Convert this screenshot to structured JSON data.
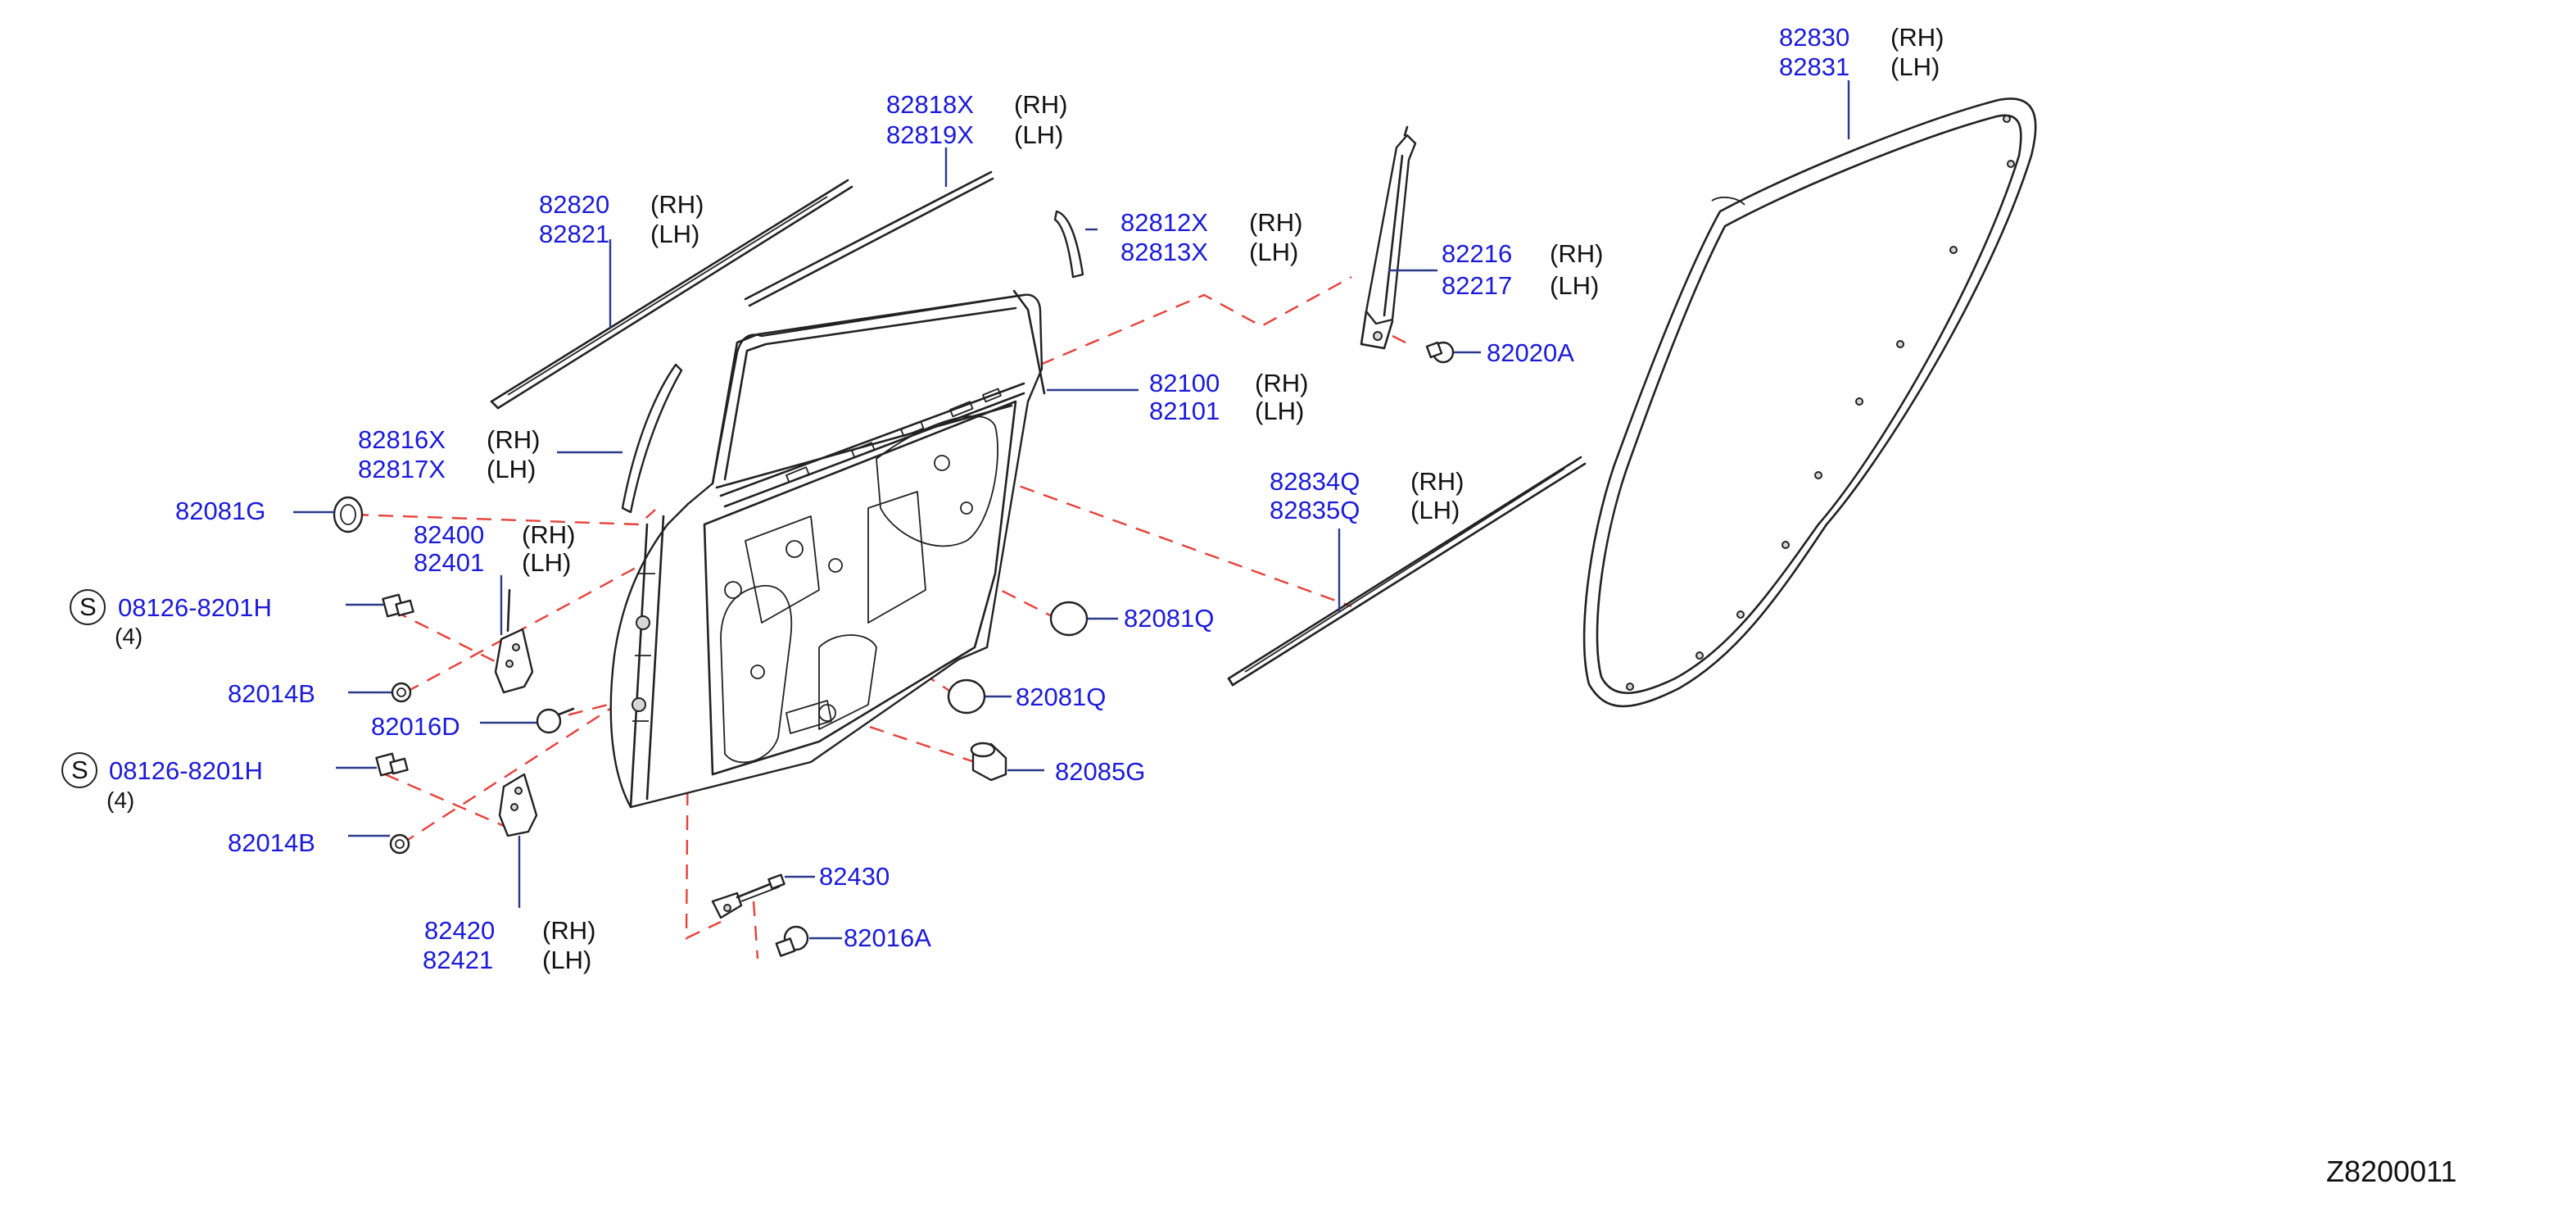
{
  "colors": {
    "part_number": "#1a1adc",
    "leader_line": "#2a3a8a",
    "dashed_line": "#e8403a",
    "outline": "#222222"
  },
  "callouts": {
    "c82830": {
      "part1": "82830",
      "part2": "82831",
      "side1": "(RH)",
      "side2": "(LH)"
    },
    "c82818": {
      "part1": "82818X",
      "part2": "82819X",
      "side1": "(RH)",
      "side2": "(LH)"
    },
    "c82820": {
      "part1": "82820",
      "part2": "82821",
      "side1": "(RH)",
      "side2": "(LH)"
    },
    "c82812": {
      "part1": "82812X",
      "part2": "82813X",
      "side1": "(RH)",
      "side2": "(LH)"
    },
    "c82216": {
      "part1": "82216",
      "part2": "82217",
      "side1": "(RH)",
      "side2": "(LH)"
    },
    "c82020A": {
      "part": "82020A"
    },
    "c82100": {
      "part1": "82100",
      "part2": "82101",
      "side1": "(RH)",
      "side2": "(LH)"
    },
    "c82816": {
      "part1": "82816X",
      "part2": "82817X",
      "side1": "(RH)",
      "side2": "(LH)"
    },
    "c82834": {
      "part1": "82834Q",
      "part2": "82835Q",
      "side1": "(RH)",
      "side2": "(LH)"
    },
    "c82081G": {
      "part": "82081G"
    },
    "c82400": {
      "part1": "82400",
      "part2": "82401",
      "side1": "(RH)",
      "side2": "(LH)"
    },
    "c08126a": {
      "symbol": "S",
      "part": "08126-8201H",
      "qty": "(4)"
    },
    "c82081Q_a": {
      "part": "82081Q"
    },
    "c82014B_a": {
      "part": "82014B"
    },
    "c82081Q_b": {
      "part": "82081Q"
    },
    "c82016D": {
      "part": "82016D"
    },
    "c08126b": {
      "symbol": "S",
      "part": "08126-8201H",
      "qty": "(4)"
    },
    "c82085G": {
      "part": "82085G"
    },
    "c82014B_b": {
      "part": "82014B"
    },
    "c82430": {
      "part": "82430"
    },
    "c82420": {
      "part1": "82420",
      "part2": "82421",
      "side1": "(RH)",
      "side2": "(LH)"
    },
    "c82016A": {
      "part": "82016A"
    }
  },
  "diagram_ref": "Z8200011"
}
